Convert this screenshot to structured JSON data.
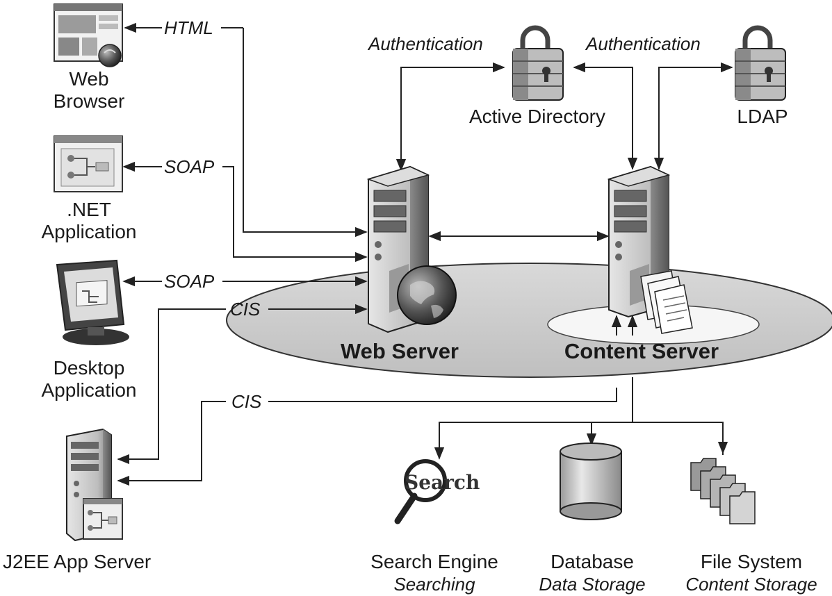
{
  "clients": {
    "web_browser": {
      "line1": "Web",
      "line2": "Browser"
    },
    "net_app": {
      "line1": ".NET",
      "line2": "Application"
    },
    "desktop_app": {
      "line1": "Desktop",
      "line2": "Application"
    },
    "j2ee": {
      "label": "J2EE App Server"
    }
  },
  "connectors": {
    "html": "HTML",
    "soap_net": "SOAP",
    "soap_desktop": "SOAP",
    "cis_web": "CIS",
    "cis_content": "CIS",
    "auth_web": "Authentication",
    "auth_content": "Authentication"
  },
  "auth": {
    "active_directory": "Active Directory",
    "ldap": "LDAP"
  },
  "servers": {
    "web_server": "Web Server",
    "content_server": "Content Server"
  },
  "storage": {
    "search": {
      "title": "Search Engine",
      "subtitle": "Searching",
      "icon_text": "Search"
    },
    "database": {
      "title": "Database",
      "subtitle": "Data Storage"
    },
    "filesystem": {
      "title": "File System",
      "subtitle": "Content Storage"
    }
  }
}
